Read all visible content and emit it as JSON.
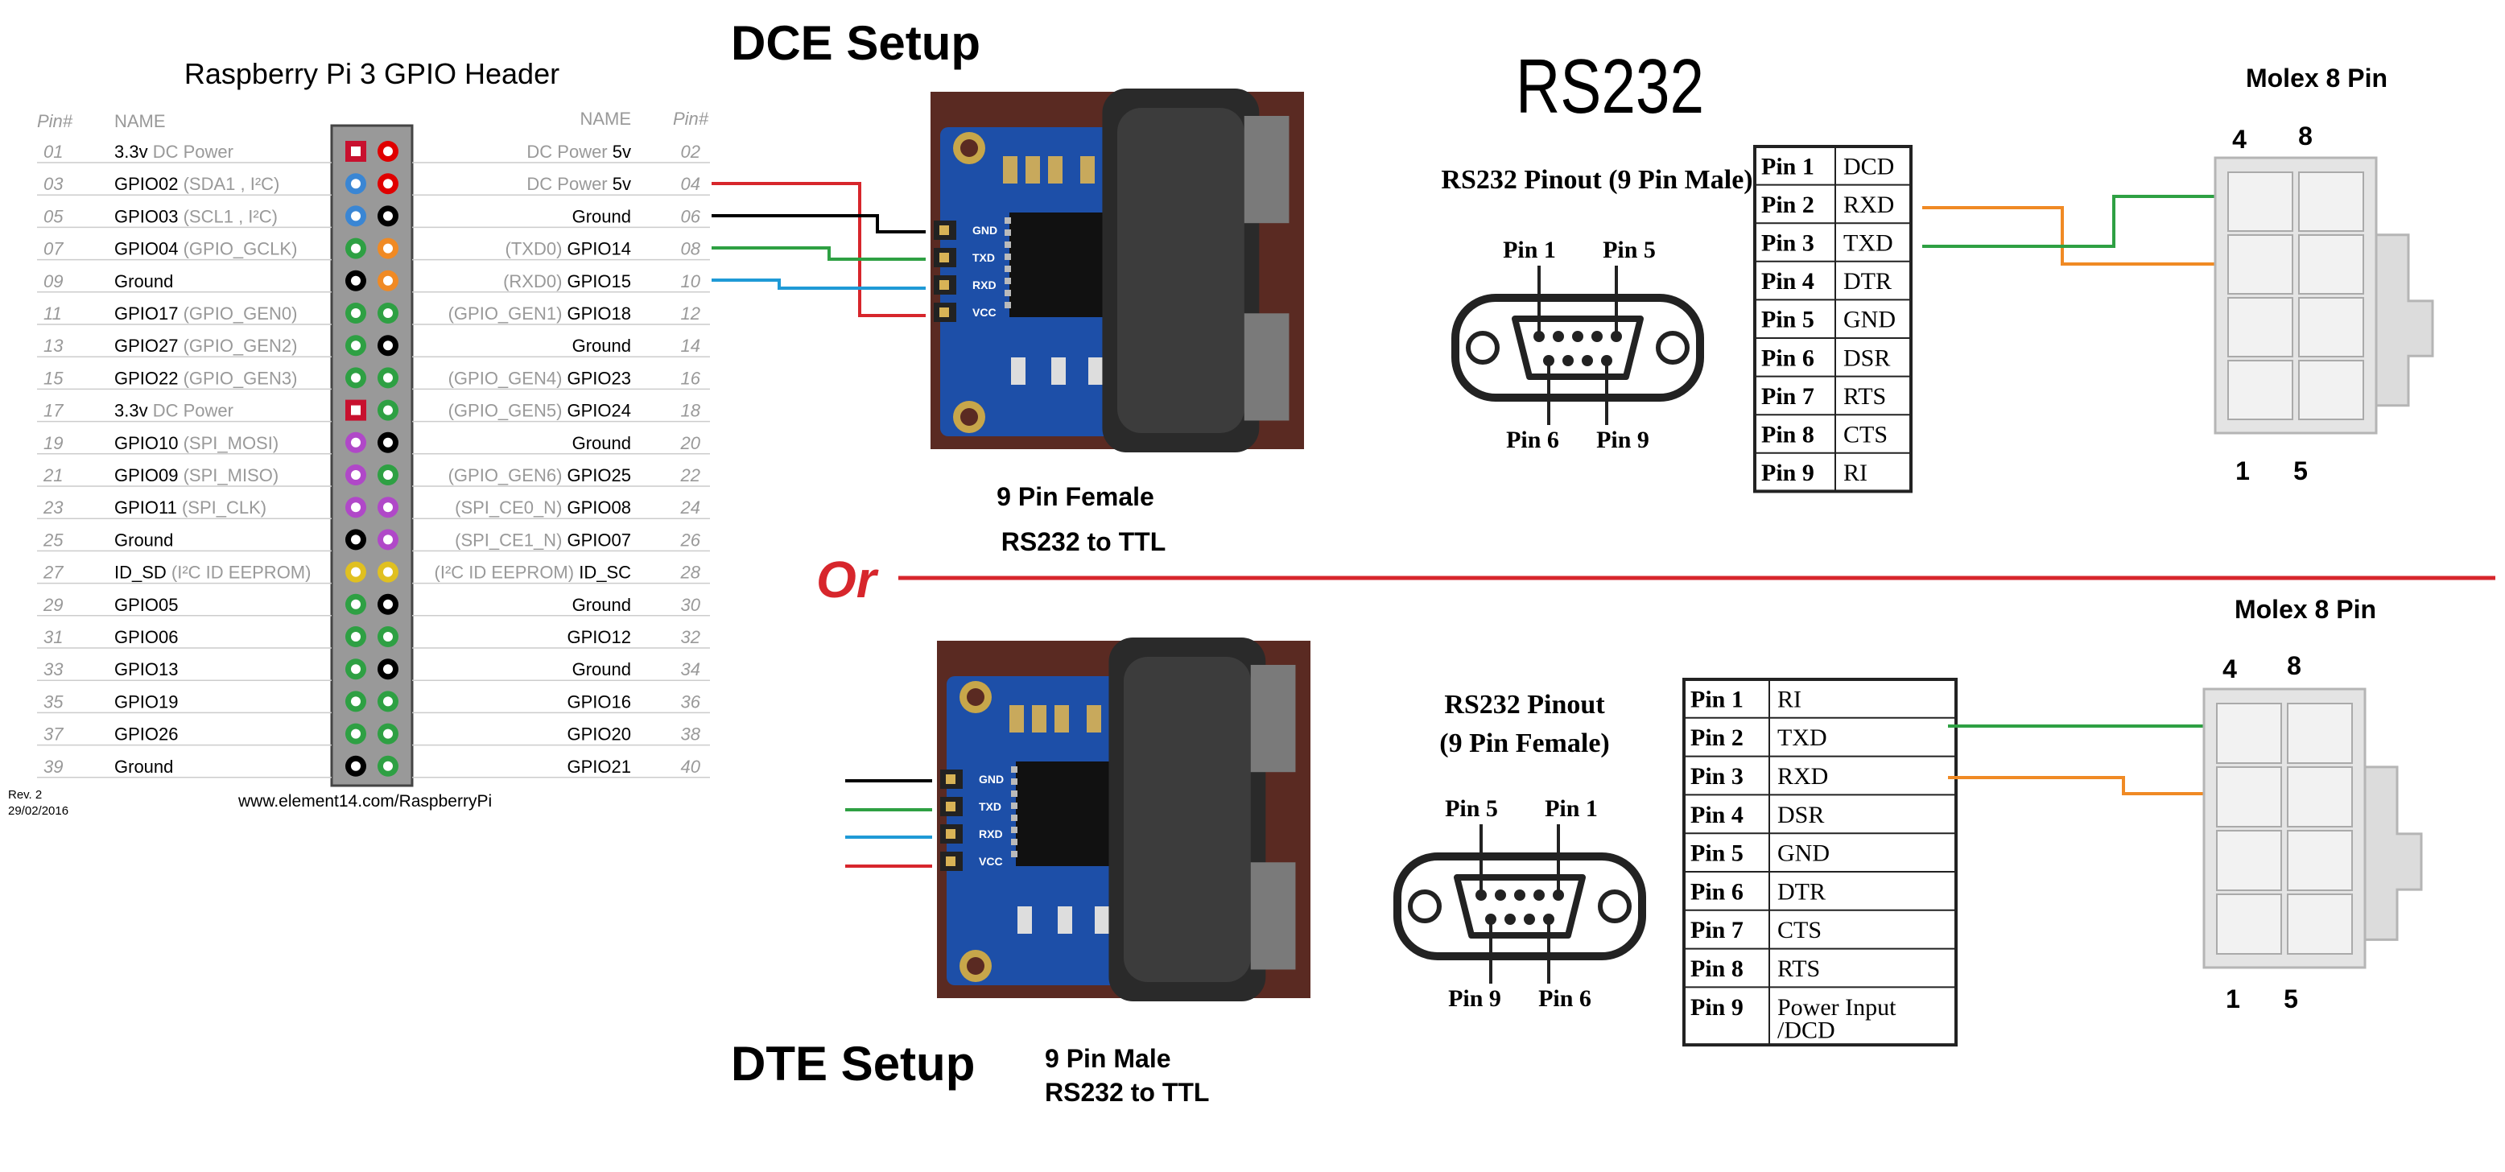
{
  "gpio": {
    "title": "Raspberry Pi 3 GPIO Header",
    "header_pin_left": "Pin#",
    "header_name_left": "NAME",
    "header_name_right": "NAME",
    "header_pin_right": "Pin#",
    "rows": [
      {
        "lp": "01",
        "lname": "3.3v",
        "lalt": " DC Power",
        "ldot": "#c8102e",
        "rdot": "#e00000",
        "rname": "5v",
        "ralt": "DC Power ",
        "rp": "02",
        "lsq": true
      },
      {
        "lp": "03",
        "lname": "GPIO02",
        "lalt": " (SDA1 , I²C)",
        "ldot": "#3a86d4",
        "rdot": "#e00000",
        "rname": "5v",
        "ralt": "DC Power ",
        "rp": "04"
      },
      {
        "lp": "05",
        "lname": "GPIO03",
        "lalt": " (SCL1 , I²C)",
        "ldot": "#3a86d4",
        "rdot": "#000000",
        "rname": "Ground",
        "ralt": "",
        "rp": "06"
      },
      {
        "lp": "07",
        "lname": "GPIO04",
        "lalt": " (GPIO_GCLK)",
        "ldot": "#2ea043",
        "rdot": "#f08a24",
        "rname": "GPIO14",
        "ralt": "(TXD0) ",
        "rp": "08"
      },
      {
        "lp": "09",
        "lname": "Ground",
        "lalt": "",
        "ldot": "#000000",
        "rdot": "#f08a24",
        "rname": "GPIO15",
        "ralt": "(RXD0) ",
        "rp": "10"
      },
      {
        "lp": "11",
        "lname": "GPIO17",
        "lalt": " (GPIO_GEN0)",
        "ldot": "#2ea043",
        "rdot": "#2ea043",
        "rname": "GPIO18",
        "ralt": "(GPIO_GEN1) ",
        "rp": "12"
      },
      {
        "lp": "13",
        "lname": "GPIO27",
        "lalt": " (GPIO_GEN2)",
        "ldot": "#2ea043",
        "rdot": "#000000",
        "rname": "Ground",
        "ralt": "",
        "rp": "14"
      },
      {
        "lp": "15",
        "lname": "GPIO22",
        "lalt": " (GPIO_GEN3)",
        "ldot": "#2ea043",
        "rdot": "#2ea043",
        "rname": "GPIO23",
        "ralt": "(GPIO_GEN4) ",
        "rp": "16"
      },
      {
        "lp": "17",
        "lname": "3.3v",
        "lalt": " DC Power",
        "ldot": "#c8102e",
        "rdot": "#2ea043",
        "rname": "GPIO24",
        "ralt": "(GPIO_GEN5) ",
        "rp": "18",
        "lsq": true
      },
      {
        "lp": "19",
        "lname": "GPIO10",
        "lalt": " (SPI_MOSI)",
        "ldot": "#b048c8",
        "rdot": "#000000",
        "rname": "Ground",
        "ralt": "",
        "rp": "20"
      },
      {
        "lp": "21",
        "lname": "GPIO09",
        "lalt": " (SPI_MISO)",
        "ldot": "#b048c8",
        "rdot": "#2ea043",
        "rname": "GPIO25",
        "ralt": "(GPIO_GEN6) ",
        "rp": "22"
      },
      {
        "lp": "23",
        "lname": "GPIO11",
        "lalt": " (SPI_CLK)",
        "ldot": "#b048c8",
        "rdot": "#b048c8",
        "rname": "GPIO08",
        "ralt": "(SPI_CE0_N) ",
        "rp": "24"
      },
      {
        "lp": "25",
        "lname": "Ground",
        "lalt": "",
        "ldot": "#000000",
        "rdot": "#b048c8",
        "rname": "GPIO07",
        "ralt": "(SPI_CE1_N) ",
        "rp": "26"
      },
      {
        "lp": "27",
        "lname": "ID_SD",
        "lalt": " (I²C ID EEPROM)",
        "ldot": "#e0c020",
        "rdot": "#e0c020",
        "rname": "ID_SC",
        "ralt": "(I²C ID EEPROM) ",
        "rp": "28"
      },
      {
        "lp": "29",
        "lname": "GPIO05",
        "lalt": "",
        "ldot": "#2ea043",
        "rdot": "#000000",
        "rname": "Ground",
        "ralt": "",
        "rp": "30"
      },
      {
        "lp": "31",
        "lname": "GPIO06",
        "lalt": "",
        "ldot": "#2ea043",
        "rdot": "#2ea043",
        "rname": "GPIO12",
        "ralt": "",
        "rp": "32"
      },
      {
        "lp": "33",
        "lname": "GPIO13",
        "lalt": "",
        "ldot": "#2ea043",
        "rdot": "#000000",
        "rname": "Ground",
        "ralt": "",
        "rp": "34"
      },
      {
        "lp": "35",
        "lname": "GPIO19",
        "lalt": "",
        "ldot": "#2ea043",
        "rdot": "#2ea043",
        "rname": "GPIO16",
        "ralt": "",
        "rp": "36"
      },
      {
        "lp": "37",
        "lname": "GPIO26",
        "lalt": "",
        "ldot": "#2ea043",
        "rdot": "#2ea043",
        "rname": "GPIO20",
        "ralt": "",
        "rp": "38"
      },
      {
        "lp": "39",
        "lname": "Ground",
        "lalt": "",
        "ldot": "#000000",
        "rdot": "#2ea043",
        "rname": "GPIO21",
        "ralt": "",
        "rp": "40"
      }
    ],
    "rev": "Rev. 2",
    "date": "29/02/2016",
    "url": "www.element14.com/RaspberryPi"
  },
  "dce": {
    "title": "DCE Setup",
    "board_caption_1": "9 Pin Female",
    "board_caption_2": "RS232 to TTL",
    "rs232_logo": "RS232",
    "pinout_title": "RS232 Pinout (9 Pin Male)",
    "conn_labels": {
      "tl": "Pin 1",
      "tr": "Pin 5",
      "bl": "Pin 6",
      "br": "Pin 9"
    },
    "table": [
      {
        "pin": "Pin 1",
        "sig": "DCD"
      },
      {
        "pin": "Pin 2",
        "sig": "RXD"
      },
      {
        "pin": "Pin 3",
        "sig": "TXD"
      },
      {
        "pin": "Pin 4",
        "sig": "DTR"
      },
      {
        "pin": "Pin 5",
        "sig": "GND"
      },
      {
        "pin": "Pin 6",
        "sig": "DSR"
      },
      {
        "pin": "Pin 7",
        "sig": "RTS"
      },
      {
        "pin": "Pin 8",
        "sig": "CTS"
      },
      {
        "pin": "Pin 9",
        "sig": "RI"
      }
    ],
    "molex_title": "Molex 8 Pin",
    "molex_top": [
      "4",
      "8"
    ],
    "molex_bottom": [
      "1",
      "5"
    ]
  },
  "or_label": "Or",
  "dte": {
    "title": "DTE Setup",
    "board_caption_1": "9 Pin Male",
    "board_caption_2": "RS232 to TTL",
    "pinout_title_1": "RS232 Pinout",
    "pinout_title_2": "(9 Pin Female)",
    "conn_labels": {
      "tl": "Pin 5",
      "tr": "Pin 1",
      "bl": "Pin 9",
      "br": "Pin 6"
    },
    "table": [
      {
        "pin": "Pin 1",
        "sig": "RI"
      },
      {
        "pin": "Pin 2",
        "sig": "TXD"
      },
      {
        "pin": "Pin 3",
        "sig": "RXD"
      },
      {
        "pin": "Pin 4",
        "sig": "DSR"
      },
      {
        "pin": "Pin 5",
        "sig": "GND"
      },
      {
        "pin": "Pin 6",
        "sig": "DTR"
      },
      {
        "pin": "Pin 7",
        "sig": "CTS"
      },
      {
        "pin": "Pin 8",
        "sig": "RTS"
      },
      {
        "pin": "Pin 9",
        "sig": "Power Input",
        "sig2": "/DCD"
      }
    ],
    "molex_title": "Molex 8 Pin",
    "molex_top": [
      "4",
      "8"
    ],
    "molex_bottom": [
      "1",
      "5"
    ]
  },
  "module_pins": [
    "GND",
    "TXD",
    "RXD",
    "VCC"
  ],
  "colors": {
    "red": "#d7262c",
    "black": "#000000",
    "green": "#2ea043",
    "blue": "#1f9ad6",
    "orange": "#f08a24",
    "board": "#1d4fa8"
  }
}
